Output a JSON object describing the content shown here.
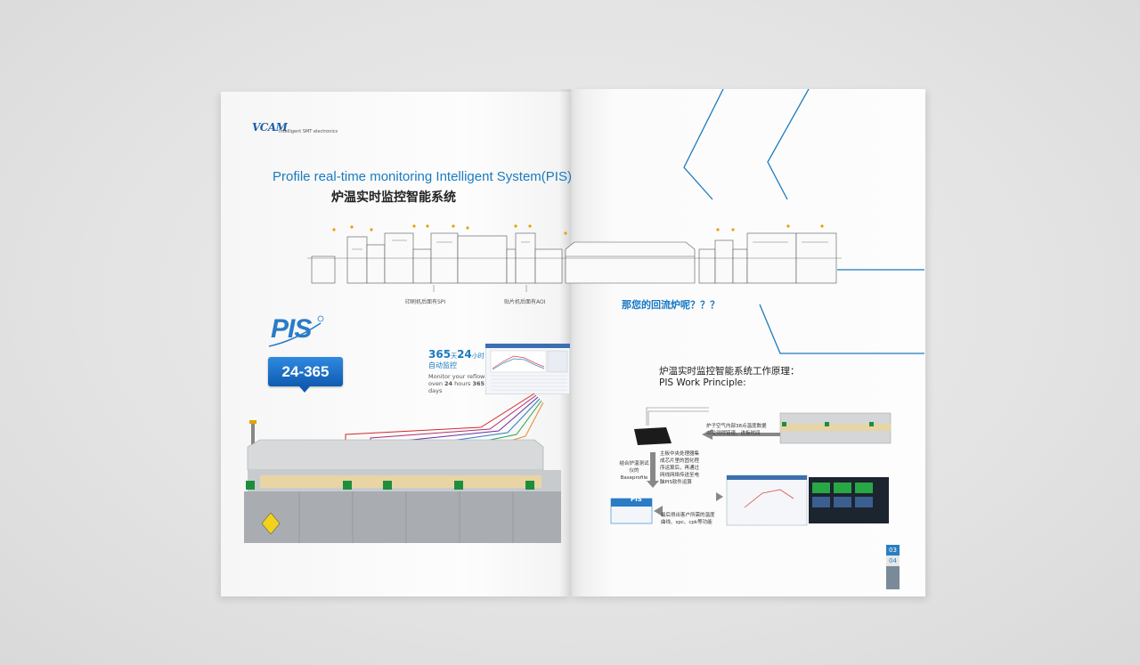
{
  "brand": {
    "logo": "VCAM",
    "tagline": "Intelligent SMT electronics"
  },
  "left_page": {
    "title_en": "Profile real-time monitoring Intelligent System(PIS)",
    "title_cn": "炉温实时监控智能系统",
    "line_captions": {
      "spi": "印刷机后面有SPI",
      "aoi": "贴片机后面有AOI"
    },
    "pis_logo": "PIS",
    "badge": "24-365",
    "monitor": {
      "headline_365": "365",
      "headline_day": "天",
      "headline_24": "24",
      "headline_hour": "小时",
      "sub_cn": "自动监控",
      "desc_line1": "Monitor your reflow",
      "desc_line2_a": "oven ",
      "desc_24": "24",
      "desc_line2_b": " hours ",
      "desc_365": "365",
      "desc_line3": "days"
    }
  },
  "right_page": {
    "question": "那您的回流炉呢？？？",
    "work_principle_cn": "炉温实时监控智能系统工作原理：",
    "work_principle_en": "PIS Work Principle:",
    "notes": {
      "oven_line1": "炉子空气内部38点温度数据",
      "oven_line2": "以及测得链速、进板时间",
      "board_line1": "主板中央处理器集",
      "board_line2": "成芯片里的固化程",
      "board_line3": "序运算后，再通过",
      "board_line4": "网线网络传送至电",
      "board_line5": "脑PIS软件运算",
      "base_line1": "结合炉温测试",
      "base_line2": "仪的",
      "base_line3": "Baseprofile",
      "result_line1": "最后得出客户所需的温度",
      "result_line2": "曲线、spc、cpk等功能"
    },
    "pis_small": "PIS",
    "page_numbers": [
      "03",
      "04"
    ]
  },
  "colors": {
    "accent": "#1a7bbf",
    "wire_colors": [
      "#d42a2a",
      "#b0306e",
      "#6a2fa0",
      "#2a7cc7",
      "#28a745",
      "#e0892a"
    ]
  }
}
